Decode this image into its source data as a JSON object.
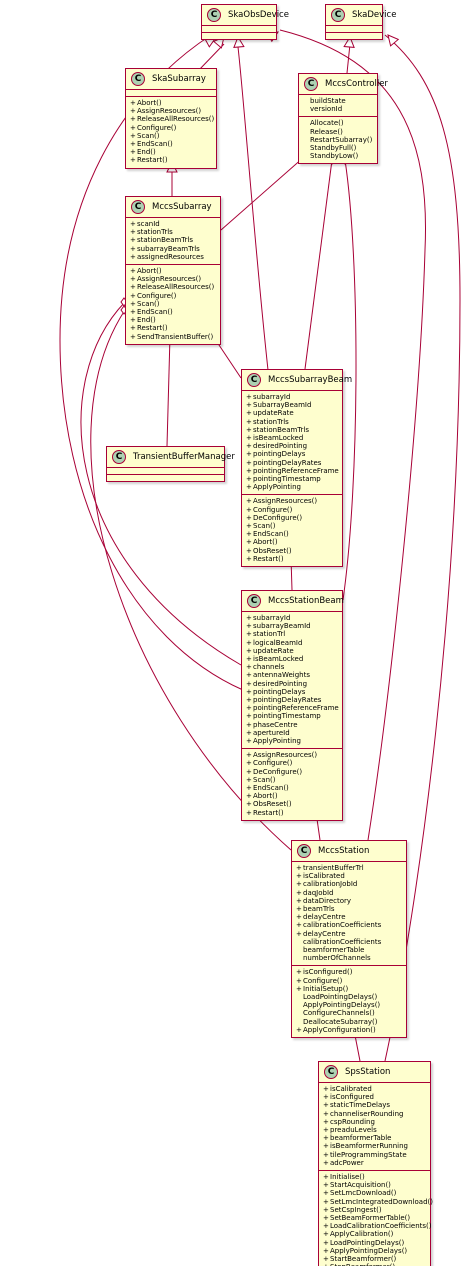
{
  "classes": {
    "SkaObsDevice": {
      "name": "SkaObsDevice",
      "badge": "C",
      "fields": [],
      "methods": []
    },
    "SkaDevice": {
      "name": "SkaDevice",
      "badge": "C",
      "fields": [],
      "methods": []
    },
    "SkaSubarray": {
      "name": "SkaSubarray",
      "badge": "C",
      "fields": [],
      "methods": [
        {
          "v": "+",
          "t": "Abort()"
        },
        {
          "v": "+",
          "t": "AssignResources()"
        },
        {
          "v": "+",
          "t": "ReleaseAllResources()"
        },
        {
          "v": "+",
          "t": "Configure()"
        },
        {
          "v": "+",
          "t": "Scan()"
        },
        {
          "v": "+",
          "t": "EndScan()"
        },
        {
          "v": "+",
          "t": "End()"
        },
        {
          "v": "+",
          "t": "Restart()"
        }
      ]
    },
    "MccsController": {
      "name": "MccsController",
      "badge": "C",
      "fields": [
        {
          "v": "",
          "t": "buildState"
        },
        {
          "v": "",
          "t": "versionId"
        }
      ],
      "methods": [
        {
          "v": "",
          "t": "Allocate()"
        },
        {
          "v": "",
          "t": "Release()"
        },
        {
          "v": "",
          "t": "RestartSubarray()"
        },
        {
          "v": "",
          "t": "StandbyFull()"
        },
        {
          "v": "",
          "t": "StandbyLow()"
        }
      ]
    },
    "MccsSubarray": {
      "name": "MccsSubarray",
      "badge": "C",
      "fields": [
        {
          "v": "+",
          "t": "scanId"
        },
        {
          "v": "+",
          "t": "stationTrls"
        },
        {
          "v": "+",
          "t": "stationBeamTrls"
        },
        {
          "v": "+",
          "t": "subarrayBeamTrls"
        },
        {
          "v": "+",
          "t": "assignedResources"
        }
      ],
      "methods": [
        {
          "v": "+",
          "t": "Abort()"
        },
        {
          "v": "+",
          "t": "AssignResources()"
        },
        {
          "v": "+",
          "t": "ReleaseAllResources()"
        },
        {
          "v": "+",
          "t": "Configure()"
        },
        {
          "v": "+",
          "t": "Scan()"
        },
        {
          "v": "+",
          "t": "EndScan()"
        },
        {
          "v": "+",
          "t": "End()"
        },
        {
          "v": "+",
          "t": "Restart()"
        },
        {
          "v": "+",
          "t": "SendTransientBuffer()"
        }
      ]
    },
    "MccsSubarrayBeam": {
      "name": "MccsSubarrayBeam",
      "badge": "C",
      "fields": [
        {
          "v": "+",
          "t": "subarrayId"
        },
        {
          "v": "+",
          "t": "SubarrayBeamId"
        },
        {
          "v": "+",
          "t": "updateRate"
        },
        {
          "v": "+",
          "t": "stationTrls"
        },
        {
          "v": "+",
          "t": "stationBeamTrls"
        },
        {
          "v": "+",
          "t": "isBeamLocked"
        },
        {
          "v": "+",
          "t": "desiredPointing"
        },
        {
          "v": "+",
          "t": "pointingDelays"
        },
        {
          "v": "+",
          "t": "pointingDelayRates"
        },
        {
          "v": "+",
          "t": "pointingReferenceFrame"
        },
        {
          "v": "+",
          "t": "pointingTimestamp"
        },
        {
          "v": "+",
          "t": "ApplyPointing"
        }
      ],
      "methods": [
        {
          "v": "+",
          "t": "AssignResources()"
        },
        {
          "v": "+",
          "t": "Configure()"
        },
        {
          "v": "+",
          "t": "DeConfigure()"
        },
        {
          "v": "+",
          "t": "Scan()"
        },
        {
          "v": "+",
          "t": "EndScan()"
        },
        {
          "v": "+",
          "t": "Abort()"
        },
        {
          "v": "+",
          "t": "ObsReset()"
        },
        {
          "v": "+",
          "t": "Restart()"
        }
      ]
    },
    "TransientBufferManager": {
      "name": "TransientBufferManager",
      "badge": "C",
      "fields": [],
      "methods": []
    },
    "MccsStationBeam": {
      "name": "MccsStationBeam",
      "badge": "C",
      "fields": [
        {
          "v": "+",
          "t": "subarrayId"
        },
        {
          "v": "+",
          "t": "subarrayBeamId"
        },
        {
          "v": "+",
          "t": "stationTrl"
        },
        {
          "v": "+",
          "t": "logicalBeamId"
        },
        {
          "v": "+",
          "t": "updateRate"
        },
        {
          "v": "+",
          "t": "isBeamLocked"
        },
        {
          "v": "+",
          "t": "channels"
        },
        {
          "v": "+",
          "t": "antennaWeights"
        },
        {
          "v": "+",
          "t": "desiredPointing"
        },
        {
          "v": "+",
          "t": "pointingDelays"
        },
        {
          "v": "+",
          "t": "pointingDelayRates"
        },
        {
          "v": "+",
          "t": "pointingReferenceFrame"
        },
        {
          "v": "+",
          "t": "pointingTimestamp"
        },
        {
          "v": "+",
          "t": "phaseCentre"
        },
        {
          "v": "+",
          "t": "apertureId"
        },
        {
          "v": "+",
          "t": "ApplyPointing"
        }
      ],
      "methods": [
        {
          "v": "+",
          "t": "AssignResources()"
        },
        {
          "v": "+",
          "t": "Configure()"
        },
        {
          "v": "+",
          "t": "DeConfigure()"
        },
        {
          "v": "+",
          "t": "Scan()"
        },
        {
          "v": "+",
          "t": "EndScan()"
        },
        {
          "v": "+",
          "t": "Abort()"
        },
        {
          "v": "+",
          "t": "ObsReset()"
        },
        {
          "v": "+",
          "t": "Restart()"
        }
      ]
    },
    "MccsStation": {
      "name": "MccsStation",
      "badge": "C",
      "fields": [
        {
          "v": "+",
          "t": "transientBufferTrl"
        },
        {
          "v": "+",
          "t": "isCalibrated"
        },
        {
          "v": "+",
          "t": "calibrationJobId"
        },
        {
          "v": "+",
          "t": "daqJobId"
        },
        {
          "v": "+",
          "t": "dataDirectory"
        },
        {
          "v": "+",
          "t": "beamTrls"
        },
        {
          "v": "+",
          "t": "delayCentre"
        },
        {
          "v": "+",
          "t": "calibrationCoefficients"
        },
        {
          "v": "+",
          "t": "delayCentre"
        },
        {
          "v": "",
          "t": "calibrationCoefficients"
        },
        {
          "v": "",
          "t": "beamformerTable"
        },
        {
          "v": "",
          "t": "numberOfChannels"
        }
      ],
      "methods": [
        {
          "v": "+",
          "t": "isConfigured()"
        },
        {
          "v": "+",
          "t": "Configure()"
        },
        {
          "v": "+",
          "t": "InitialSetup()"
        },
        {
          "v": "",
          "t": "LoadPointingDelays()"
        },
        {
          "v": "",
          "t": "ApplyPointingDelays()"
        },
        {
          "v": "",
          "t": "ConfigureChannels()"
        },
        {
          "v": "",
          "t": "DeallocateSubarray()"
        },
        {
          "v": "+",
          "t": "ApplyConfiguration()"
        }
      ]
    },
    "SpsStation": {
      "name": "SpsStation",
      "badge": "C",
      "fields": [
        {
          "v": "+",
          "t": "isCalibrated"
        },
        {
          "v": "+",
          "t": "isConfigured"
        },
        {
          "v": "+",
          "t": "staticTimeDelays"
        },
        {
          "v": "+",
          "t": "channeliserRounding"
        },
        {
          "v": "+",
          "t": "cspRounding"
        },
        {
          "v": "+",
          "t": "preaduLevels"
        },
        {
          "v": "+",
          "t": "beamformerTable"
        },
        {
          "v": "+",
          "t": "isBeamformerRunning"
        },
        {
          "v": "+",
          "t": "tileProgrammingState"
        },
        {
          "v": "+",
          "t": "adcPower"
        }
      ],
      "methods": [
        {
          "v": "+",
          "t": "Initialise()"
        },
        {
          "v": "+",
          "t": "StartAcquisition()"
        },
        {
          "v": "+",
          "t": "SetLmcDownload()"
        },
        {
          "v": "+",
          "t": "SetLmcIntegratedDownload()"
        },
        {
          "v": "+",
          "t": "SetCspIngest()"
        },
        {
          "v": "+",
          "t": "SetBeamFormerTable()"
        },
        {
          "v": "+",
          "t": "LoadCalibrationCoefficients()"
        },
        {
          "v": "+",
          "t": "ApplyCalibration()"
        },
        {
          "v": "+",
          "t": "LoadPointingDelays()"
        },
        {
          "v": "+",
          "t": "ApplyPointingDelays()"
        },
        {
          "v": "+",
          "t": "StartBeamformer()"
        },
        {
          "v": "+",
          "t": "StopBeamformer()"
        }
      ]
    }
  },
  "colors": {
    "border": "#a80036",
    "fill": "#fefece",
    "badge": "#add1b2"
  },
  "relations": [
    {
      "type": "inheritance",
      "from": "SkaSubarray",
      "to": "SkaObsDevice"
    },
    {
      "type": "inheritance",
      "from": "MccsSubarray",
      "to": "SkaSubarray"
    },
    {
      "type": "inheritance",
      "from": "MccsSubarrayBeam",
      "to": "SkaObsDevice"
    },
    {
      "type": "inheritance",
      "from": "MccsStationBeam",
      "to": "SkaObsDevice"
    },
    {
      "type": "inheritance",
      "from": "MccsStation",
      "to": "SkaObsDevice"
    },
    {
      "type": "inheritance",
      "from": "MccsController",
      "to": "SkaDevice"
    },
    {
      "type": "inheritance",
      "from": "SpsStation",
      "to": "SkaDevice"
    },
    {
      "type": "aggregation",
      "from": "MccsController",
      "to": "MccsSubarray"
    },
    {
      "type": "aggregation",
      "from": "MccsController",
      "to": "MccsSubarrayBeam"
    },
    {
      "type": "aggregation",
      "from": "MccsController",
      "to": "MccsStationBeam"
    },
    {
      "type": "aggregation",
      "from": "MccsSubarray",
      "to": "TransientBufferManager"
    },
    {
      "type": "aggregation",
      "from": "MccsSubarray",
      "to": "MccsSubarrayBeam"
    },
    {
      "type": "aggregation",
      "from": "MccsSubarray",
      "to": "MccsStationBeam"
    },
    {
      "type": "aggregation",
      "from": "MccsSubarray",
      "to": "MccsStation"
    },
    {
      "type": "aggregation",
      "from": "MccsSubarrayBeam",
      "to": "MccsStationBeam"
    },
    {
      "type": "aggregation",
      "from": "MccsStationBeam",
      "to": "MccsStation"
    },
    {
      "type": "aggregation",
      "from": "MccsStation",
      "to": "SpsStation"
    }
  ]
}
